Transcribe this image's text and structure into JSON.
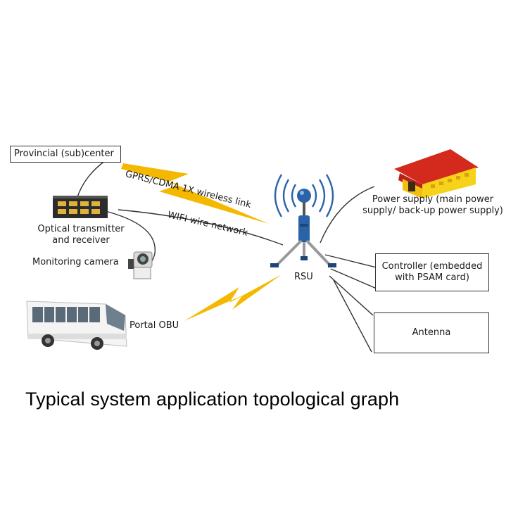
{
  "caption": "Typical system application topological graph",
  "nodes": {
    "provincial_center": "Provincial (sub)center",
    "optical_transmitter": "Optical transmitter and receiver",
    "monitoring_camera": "Monitoring camera",
    "portal_obu": "Portal OBU",
    "rsu": "RSU",
    "power_supply": "Power supply (main power supply/ back-up power supply)",
    "controller": "Controller (embedded with PSAM card)",
    "antenna": "Antenna"
  },
  "links": {
    "gprs": "GPRS/CDMA 1X wireless link",
    "wifi": "WIFI wire network"
  },
  "colors": {
    "lightning": "#f5b800",
    "roof": "#d42a1e",
    "wall": "#f7d21b",
    "rsu_blue": "#2a63a8",
    "line": "#333333"
  }
}
